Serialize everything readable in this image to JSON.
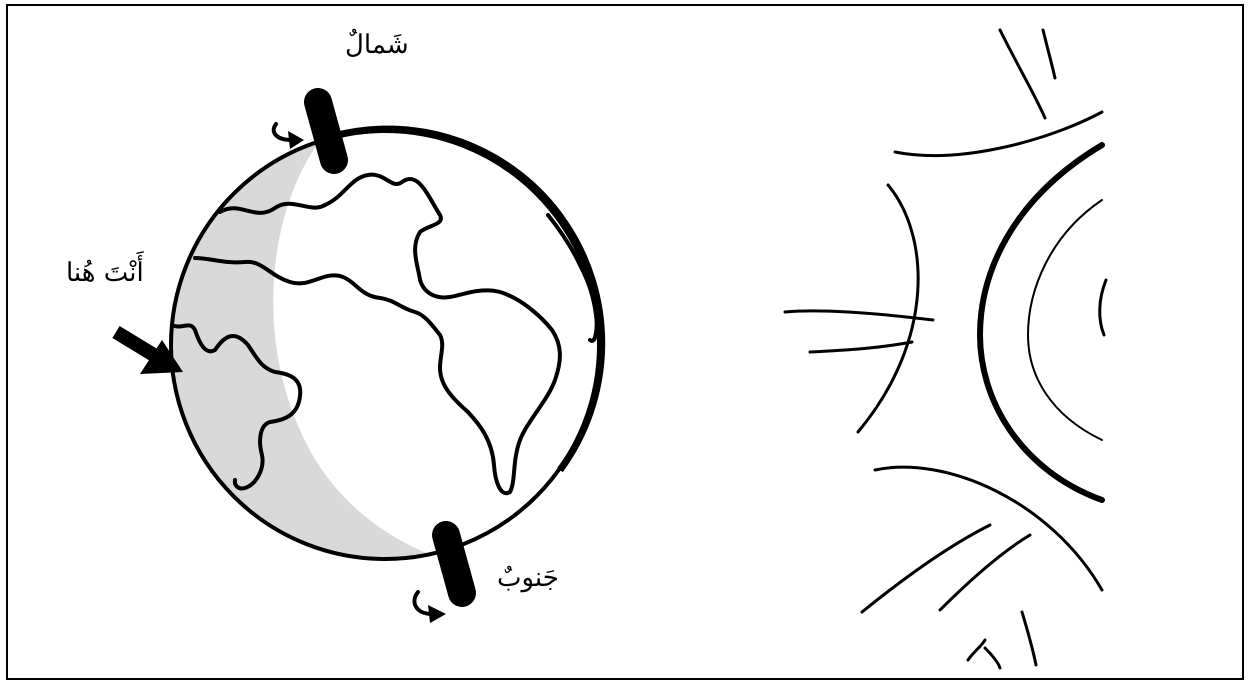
{
  "labels": {
    "north": "شَمالٌ",
    "here": "أَنْتَ هُنا",
    "south": "جَنوبٌ"
  },
  "colors": {
    "stroke": "#000000",
    "night_shade": "#d9d9d9",
    "background": "#ffffff"
  },
  "icons": {
    "location_marker": "arrow-pointer-icon",
    "rotation": "curved-arrow-icon",
    "sun": "sun-rays-icon"
  }
}
